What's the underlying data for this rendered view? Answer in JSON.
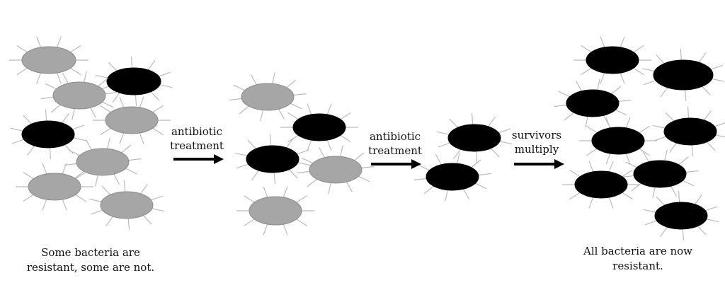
{
  "labels": {
    "step1_line1": "antibiotic",
    "step1_line2": "treatment",
    "step2_line1": "antibiotic",
    "step2_line2": "treatment",
    "step3_line1": "survivors",
    "step3_line2": "multiply",
    "caption_left_line1": "Some bacteria are",
    "caption_left_line2": "resistant, some are not.",
    "caption_right_line1": "All bacteria are now",
    "caption_right_line2": "resistant."
  },
  "colors": {
    "resistant": "#000000",
    "susceptible": "#a6a6a6",
    "spike": "#bbbbbb",
    "arrow": "#000000"
  },
  "legend_meaning": {
    "resistant": "black bacterium",
    "susceptible": "grey bacterium"
  }
}
